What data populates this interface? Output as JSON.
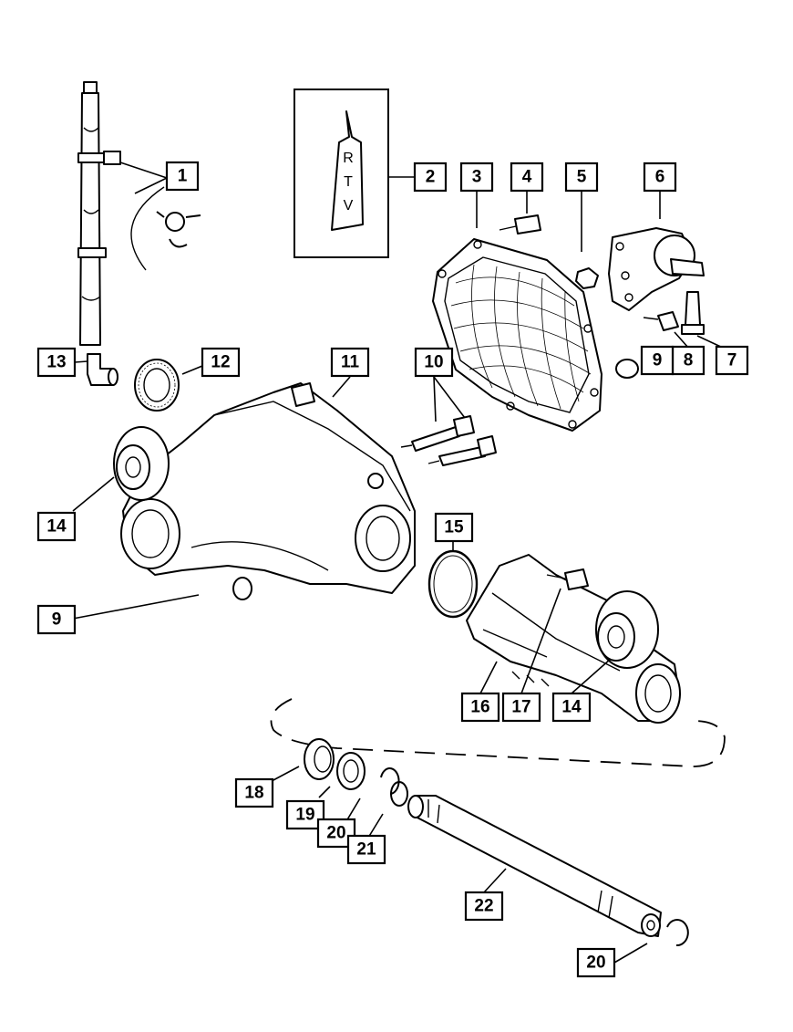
{
  "rtv_tube_letters": [
    "R",
    "T",
    "V"
  ],
  "callouts": [
    {
      "id": "c1",
      "label": "1"
    },
    {
      "id": "c2",
      "label": "2"
    },
    {
      "id": "c3",
      "label": "3"
    },
    {
      "id": "c4",
      "label": "4"
    },
    {
      "id": "c5",
      "label": "5"
    },
    {
      "id": "c6",
      "label": "6"
    },
    {
      "id": "c7",
      "label": "7"
    },
    {
      "id": "c8",
      "label": "8"
    },
    {
      "id": "c9a",
      "label": "9"
    },
    {
      "id": "c10",
      "label": "10"
    },
    {
      "id": "c11",
      "label": "11"
    },
    {
      "id": "c12",
      "label": "12"
    },
    {
      "id": "c13",
      "label": "13"
    },
    {
      "id": "c14a",
      "label": "14"
    },
    {
      "id": "c9b",
      "label": "9"
    },
    {
      "id": "c15",
      "label": "15"
    },
    {
      "id": "c16",
      "label": "16"
    },
    {
      "id": "c17",
      "label": "17"
    },
    {
      "id": "c14b",
      "label": "14"
    },
    {
      "id": "c18",
      "label": "18"
    },
    {
      "id": "c19",
      "label": "19"
    },
    {
      "id": "c20a",
      "label": "20"
    },
    {
      "id": "c21",
      "label": "21"
    },
    {
      "id": "c22",
      "label": "22"
    },
    {
      "id": "c20b",
      "label": "20"
    }
  ]
}
